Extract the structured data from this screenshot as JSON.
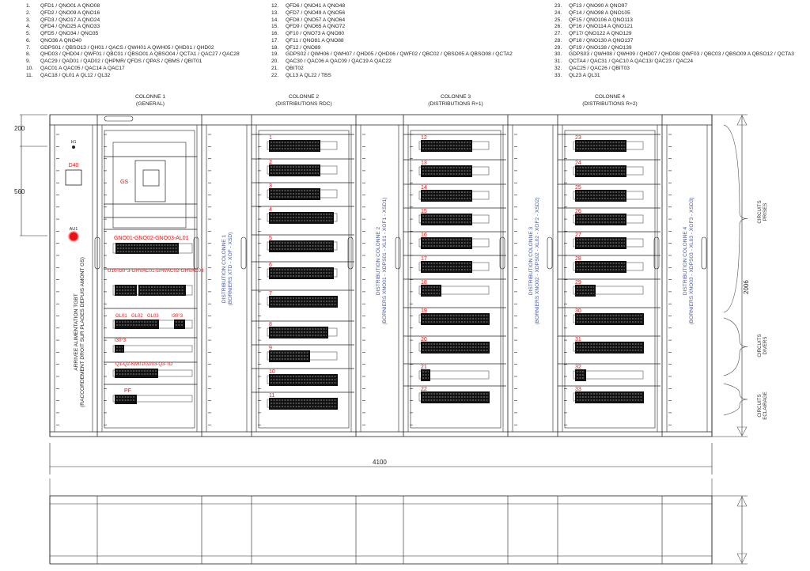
{
  "legend": [
    [
      {
        "n": "1.",
        "t": "QFD1 / QNO01 A QNO08"
      },
      {
        "n": "2.",
        "t": "QFD2 / QNO09 A QNO16"
      },
      {
        "n": "3.",
        "t": "QFD3 / QNO17 A QNO24"
      },
      {
        "n": "4.",
        "t": "QFD4 / QNO25 A QNO33"
      },
      {
        "n": "5.",
        "t": "QFD5 / QNO34 / QNO35"
      },
      {
        "n": "6.",
        "t": "QNO36 A QNO40"
      },
      {
        "n": "7.",
        "t": "GDPS01 / QBSO13 / QH01 / QACS / QWH01 A QWH05 / QHD01 / QHD02"
      },
      {
        "n": "8.",
        "t": "QHD03 / QHD04 / QWF01 / QBC01 / QBSO01 A QBSO04 / QCTA1 / QAC27 / QAC28"
      },
      {
        "n": "9.",
        "t": "QAC29 / QAD01 / QAD02 / QHPMR/ QFDS / QPAS / QBMS / QBIT01"
      },
      {
        "n": "10.",
        "t": "QAC01 A QAC05 / QAC14 A QAC17"
      },
      {
        "n": "11.",
        "t": "QAC18 / QL01 A QL12 / QL32"
      }
    ],
    [
      {
        "n": "12.",
        "t": "QFD6 / QNO41 A QNO48"
      },
      {
        "n": "13.",
        "t": "QFD7 / QNO49 A QNO56"
      },
      {
        "n": "14.",
        "t": "QFD8 / QNO57 A QNO64"
      },
      {
        "n": "15.",
        "t": "QFD9 / QNO65 A QNO72"
      },
      {
        "n": "16.",
        "t": "QF10 / QNO73 A QNO80"
      },
      {
        "n": "17.",
        "t": "QF11 / QNO81 A QNO88"
      },
      {
        "n": "18.",
        "t": "QF12 / QNO89"
      },
      {
        "n": "19.",
        "t": "GDPS02 / QWH06 / QWH07 / QHD05 / QHD06 / QWF02 / QBC02 / QBSO05 A QBSO08 / QCTA2"
      },
      {
        "n": "20.",
        "t": "QAC30 / QAC06 A QAC09 / QAC19 A QAC22"
      },
      {
        "n": "21.",
        "t": "QBIT02"
      },
      {
        "n": "22.",
        "t": "QL13 A QL22 / TBS"
      }
    ],
    [
      {
        "n": "23.",
        "t": "QF13 / QNO90 A QNO97"
      },
      {
        "n": "24.",
        "t": "QF14 / QNO98 A QNO105"
      },
      {
        "n": "25.",
        "t": "QF15 / QNO106 A QNO113"
      },
      {
        "n": "26.",
        "t": "QF16 / QNO114 A QNO121"
      },
      {
        "n": "27.",
        "t": "QF17/ QNO122 A QNO129"
      },
      {
        "n": "28.",
        "t": "QF18 / QNO130 A QNO137"
      },
      {
        "n": "29.",
        "t": "QF19 / QNO138 / QNO139"
      },
      {
        "n": "30.",
        "t": "GDPS03 / QWH08 / QWH09 / QHD07 / QHD08/ QWF03 / QBC03 / QBSO09 A QBSO12 / QCTA3"
      },
      {
        "n": "31.",
        "t": "QCTA4 / QAC31 / QAC10 A QAC13/ QAC23 / QAC24"
      },
      {
        "n": "32.",
        "t": "QAC25 / QAC26 / QBIT03"
      },
      {
        "n": "33.",
        "t": "QL23 A QL31"
      }
    ]
  ],
  "columns": [
    {
      "title": "COLONNE 1",
      "subtitle": "(GENERAL)"
    },
    {
      "title": "COLONNE 2",
      "subtitle": "(DISTRIBUTIONS RDC)"
    },
    {
      "title": "COLONNE 3",
      "subtitle": "(DISTRIBUTIONS R+1)"
    },
    {
      "title": "COLONNE 4",
      "subtitle": "(DISTRIBUTIONS R+2)"
    }
  ],
  "distribution": [
    {
      "title": "DISTRIBUTION COLONNE 1",
      "sub": "(BORNIERS XTD - XOF - XSD)"
    },
    {
      "title": "DISTRIBUTION COLONNE 2",
      "sub": "(BORNIERS XNO01 - XDPS01 - XL01 - XOF1 - XSD1)"
    },
    {
      "title": "DISTRIBUTION COLONNE 3",
      "sub": "(BORNIERS XNO02 - XDPS02 - XL02 - XOF2 - XSD2)"
    },
    {
      "title": "DISTRIBUTION COLONNE 4",
      "sub": "(BORNIERS XNO03 - XDPS03 - XL03 - XOF3 - XSD3)"
    }
  ],
  "arrival": {
    "title": "ARRIVEE ALIMENTATION TGBT",
    "sub": "(RACCORDEMENT DROIT SUR PLAGES DEPUIS AMONT GS)"
  },
  "col1_labels": {
    "h1": "H1",
    "d40": "D40",
    "au1": "AU1",
    "gs": "GS",
    "row1": "GNO01-GNO02-GNO03-AL01",
    "row2": "U10-I30°3-GHVAC01-GHVAC02-GHVAC03",
    "gl01": "GL01",
    "gl02": "GL02",
    "gl03": "GL03",
    "i303a": "I30°3",
    "i303b": "I30°3",
    "row5": "Q1-Q2-KM01/02/03-Q3-TD",
    "pf": "PF"
  },
  "row_numbers": [
    [
      "1",
      "2",
      "3",
      "4",
      "5",
      "6",
      "7",
      "8",
      "9",
      "10",
      "11"
    ],
    [
      "12",
      "13",
      "14",
      "15",
      "16",
      "17",
      "18",
      "19",
      "20",
      "21",
      "22"
    ],
    [
      "23",
      "24",
      "25",
      "26",
      "27",
      "28",
      "29",
      "30",
      "31",
      "32",
      "33"
    ]
  ],
  "dimensions": {
    "top": "200",
    "mid": "560",
    "width": "4100",
    "height": "2006"
  },
  "annotations": [
    {
      "l1": "CIRCUITS",
      "l2": "PRISES"
    },
    {
      "l1": "CIRCUITS",
      "l2": "DIVERS"
    },
    {
      "l1": "CIRCUITS",
      "l2": "ECLAIRAGE"
    }
  ]
}
